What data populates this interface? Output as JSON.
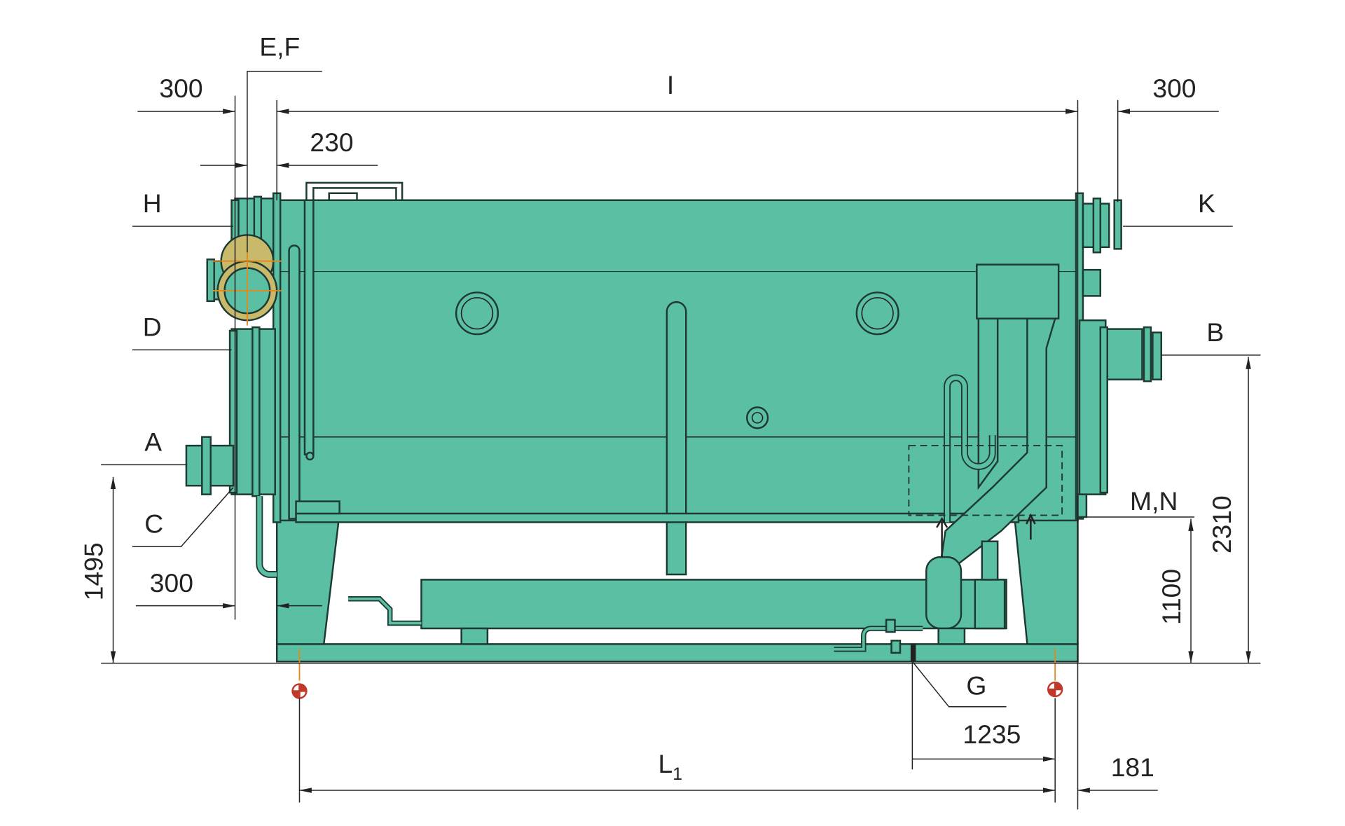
{
  "drawing": {
    "equipment_color": "#5bbfa3",
    "connection_labels": {
      "ef": "E,F",
      "h": "H",
      "k": "K",
      "d": "D",
      "b": "B",
      "a": "A",
      "c": "C",
      "mn": "M,N",
      "g": "G"
    },
    "dimensions": {
      "left_top_300": "300",
      "overall_I": "I",
      "right_top_300": "300",
      "left_230": "230",
      "left_bottom_300": "300",
      "height_1495": "1495",
      "height_2310": "2310",
      "height_1100": "1100",
      "dist_1235": "1235",
      "L1_main": "L",
      "L1_sub": "1",
      "dist_181": "181"
    }
  }
}
